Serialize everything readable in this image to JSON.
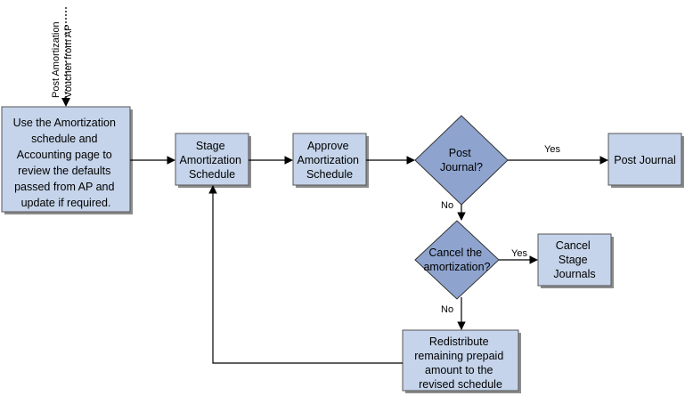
{
  "diagram": {
    "incoming_label": [
      "Post Amortization",
      "Voucher from AP"
    ],
    "nodes": {
      "use_schedule": [
        "Use the Amortization",
        "schedule and",
        "Accounting page to",
        "review the defaults",
        "passed from AP and",
        "update if required."
      ],
      "stage": [
        "Stage",
        "Amortization",
        "Schedule"
      ],
      "approve": [
        "Approve",
        "Amortization",
        "Schedule"
      ],
      "post_decision": [
        "Post",
        "Journal?"
      ],
      "post_journal": [
        "Post Journal"
      ],
      "cancel_decision": [
        "Cancel the",
        "amortization?"
      ],
      "cancel_stage": [
        "Cancel",
        "Stage",
        "Journals"
      ],
      "redistribute": [
        "Redistribute",
        "remaining prepaid",
        "amount to the",
        "revised schedule"
      ]
    },
    "edge_labels": {
      "post_yes": "Yes",
      "post_no": "No",
      "cancel_yes": "Yes",
      "cancel_no": "No"
    }
  }
}
